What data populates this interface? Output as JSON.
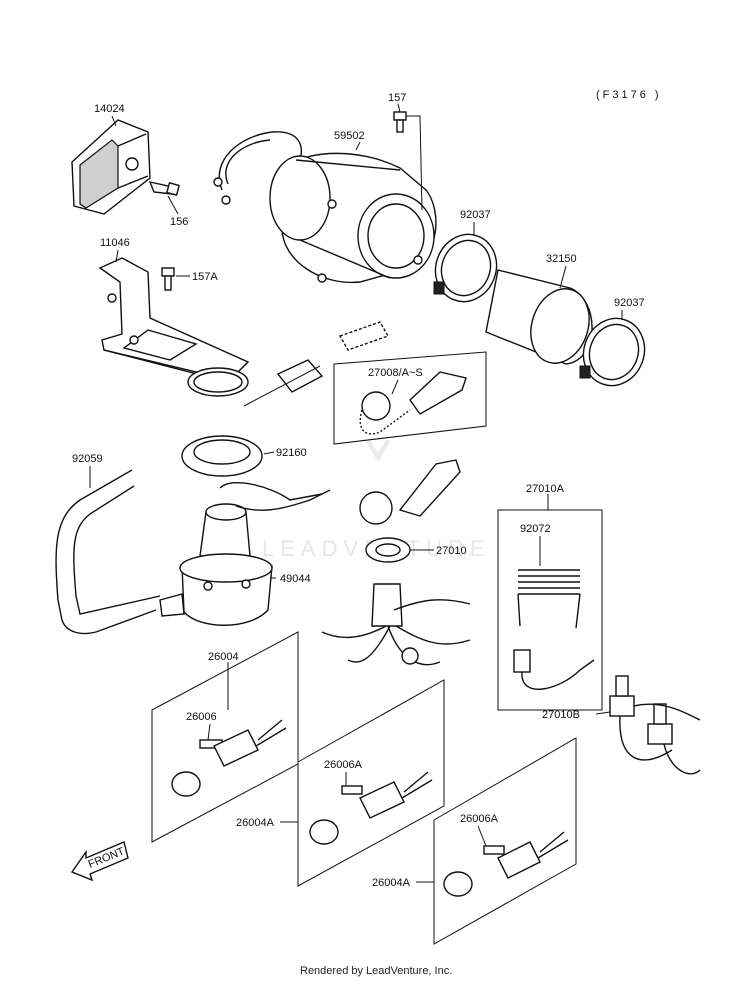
{
  "diagram_code": "(F3176 )",
  "footer": "Rendered by LeadVenture, Inc.",
  "watermark": "LEADVENTURE",
  "front_label": "FRONT",
  "labels": {
    "p14024": "14024",
    "p157": "157",
    "p59502": "59502",
    "p156": "156",
    "p92037a": "92037",
    "p11046": "11046",
    "p157a": "157A",
    "p32150": "32150",
    "p92037b": "92037",
    "p27008": "27008/A~S",
    "p92059": "92059",
    "p92160": "92160",
    "p27010a": "27010A",
    "p92072": "92072",
    "p27010": "27010",
    "p49044": "49044",
    "p26004": "26004",
    "p26006": "26006",
    "p27010b": "27010B",
    "p26006a1": "26006A",
    "p26004a1": "26004A",
    "p26006a2": "26006A",
    "p26004a2": "26004A"
  }
}
